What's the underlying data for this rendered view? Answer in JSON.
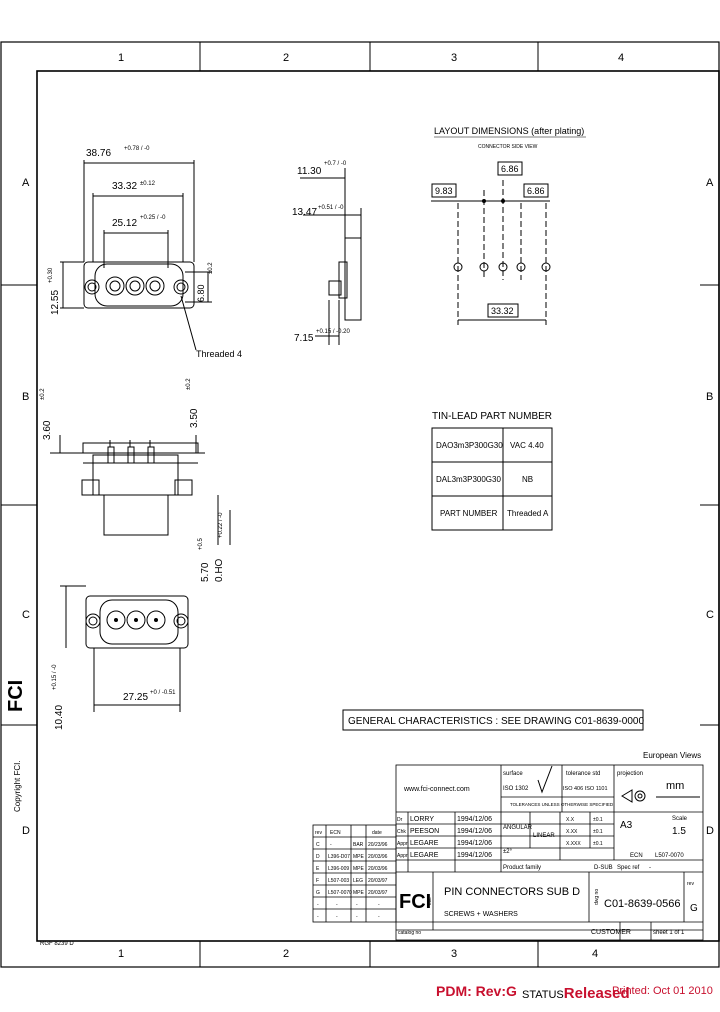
{
  "sheet": {
    "col_labels": [
      "1",
      "2",
      "3",
      "4"
    ],
    "row_labels": [
      "A",
      "B",
      "C",
      "D"
    ],
    "copyright": "Copyright FCI.",
    "fci_logo": "FCI",
    "ref_code": "RGF 8239 D"
  },
  "dims": {
    "d1": "38.76",
    "d1_tol": "+0.78 / -0",
    "d2": "33.32",
    "d2_tol": "±0.12",
    "d3": "25.12",
    "d3_tol": "+0.25 / -0",
    "d4": "12.55",
    "d4_tol": "+0.30",
    "d5": "6.80",
    "d5_tol": "±0.2",
    "d6": "11.30",
    "d6_tol": "+0.7 / -0",
    "d7": "13.47",
    "d7_tol": "+0.51 / -0",
    "d8": "7.15",
    "d8_tol": "+0.15 / -0.20",
    "threaded_note": "Threaded 4",
    "d9": "3.60",
    "d9_tol": "±0.2",
    "d10": "3.50",
    "d10_tol": "±0.2",
    "d11": "5.70",
    "d11_tol": "+0.5",
    "d12": "0.HO",
    "d12_tol": "+0.22 / -0",
    "d13": "27.25",
    "d13_tol": "+0 / -0.51",
    "d14": "10.40",
    "d14_tol": "+0.15 / -0"
  },
  "layout": {
    "title": "LAYOUT DIMENSIONS (after plating)",
    "subtitle": "CONNECTOR SIDE VIEW",
    "dim_a": "6.86",
    "dim_b": "9.83",
    "dim_c": "6.86",
    "dim_d": "33.32"
  },
  "part_table": {
    "title": "TIN-LEAD PART NUMBER",
    "rows": [
      [
        "DAO3m3P300G30",
        "VAC 4.40"
      ],
      [
        "DAL3m3P300G30",
        "NB"
      ],
      [
        "PART NUMBER",
        "Threaded A"
      ]
    ]
  },
  "general_note": "GENERAL CHARACTERISTICS : SEE DRAWING C01-8639-0000",
  "title_block": {
    "projection_label": "European Views",
    "website": "www.fci-connect.com",
    "surface_label": "surface",
    "surface_val": "ISO 1302",
    "tol_label": "tolerance std",
    "tol_val": "ISO 406  ISO 1101",
    "proj_label": "projection",
    "unit": "mm",
    "tol_note": "TOLERANCES UNLESS OTHERWISE SPECIFIED",
    "size_label": "A3",
    "scale_label": "Scale",
    "scale_val": "1.5",
    "ecn_label": "ECN",
    "ecn_val": "L507-0070",
    "spec_label": "Spec ref",
    "spec_val": "-",
    "sign_rows": [
      [
        "Dr",
        "LORRY",
        "1994/12/06"
      ],
      [
        "Chk",
        "PEESON",
        "1994/12/06"
      ],
      [
        "Appr",
        "LEGARE",
        "1994/12/06"
      ],
      [
        "Appr",
        "LEGARE",
        "1994/12/06"
      ]
    ],
    "tol_rows": [
      [
        "ANGULAR",
        "",
        "X.X",
        "±0.1"
      ],
      [
        "LINEAR",
        "",
        "X.XX",
        "±0.1"
      ],
      [
        "",
        "",
        "X.XXX",
        "±0.1"
      ]
    ],
    "angle_val": "±2°",
    "product_family_label": "Product family",
    "product_family_val": "D-SUB",
    "rev_head": [
      "rev",
      "ECN",
      "",
      "date"
    ],
    "rev_rows": [
      [
        "C",
        "-",
        "BAR",
        "20/23/96"
      ],
      [
        "D",
        "L396-D07",
        "MPE",
        "20/03/96"
      ],
      [
        "E",
        "L396-009",
        "MPE",
        "20/03/96"
      ],
      [
        "F",
        "L507-003",
        "LEG",
        "20/03/97"
      ],
      [
        "G",
        "L507-0070",
        "MPE",
        "20/03/97"
      ],
      [
        "-",
        "-",
        "-",
        "-"
      ],
      [
        "-",
        "-",
        "-",
        "-"
      ]
    ],
    "title_main": "PIN CONNECTORS SUB D",
    "title_sub": "SCREWS + WASHERS",
    "title_label": "title",
    "catalog_label": "catalog no",
    "dwg_label": "dwg no",
    "dwg_no": "C01-8639-0566",
    "rev_label": "rev",
    "rev_val": "G",
    "customer": "CUSTOMER",
    "sheet_label": "sheet 1 of 1"
  },
  "footer": {
    "pdm": "PDM: Rev:G",
    "status_label": "STATUS",
    "status_val": "Released",
    "printed": "Printed: Oct 01 2010"
  }
}
